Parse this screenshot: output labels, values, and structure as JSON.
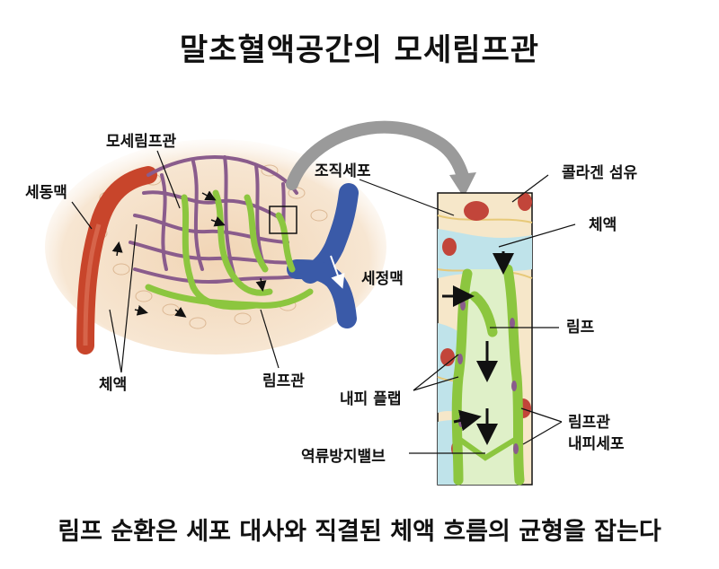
{
  "title": "말초혈액공간의 모세림프관",
  "caption": "림프 순환은 세포 대사와 직결된 체액 흐름의 균형을 잡는다",
  "labels": {
    "capillary": "모세림프관",
    "arteriole": "세동맥",
    "interstitial_fluid_left": "체액",
    "lymph_vessel": "림프관",
    "venule": "세정맥",
    "tissue_cell": "조직세포",
    "collagen": "콜라겐 섬유",
    "interstitial_fluid_right": "체액",
    "lymph": "림프",
    "endothelial_flap": "내피 플랩",
    "valve": "역류방지밸브",
    "endothelial_cell_line1": "림프관",
    "endothelial_cell_line2": "내피세포"
  },
  "colors": {
    "artery": "#c8452b",
    "vein": "#3a5aa8",
    "capillary_net": "#8a5c8c",
    "lymph": "#8cc63f",
    "tissue": "#f3dcc0",
    "nucleus": "#c2453a",
    "fluid": "#bfe3ea"
  }
}
